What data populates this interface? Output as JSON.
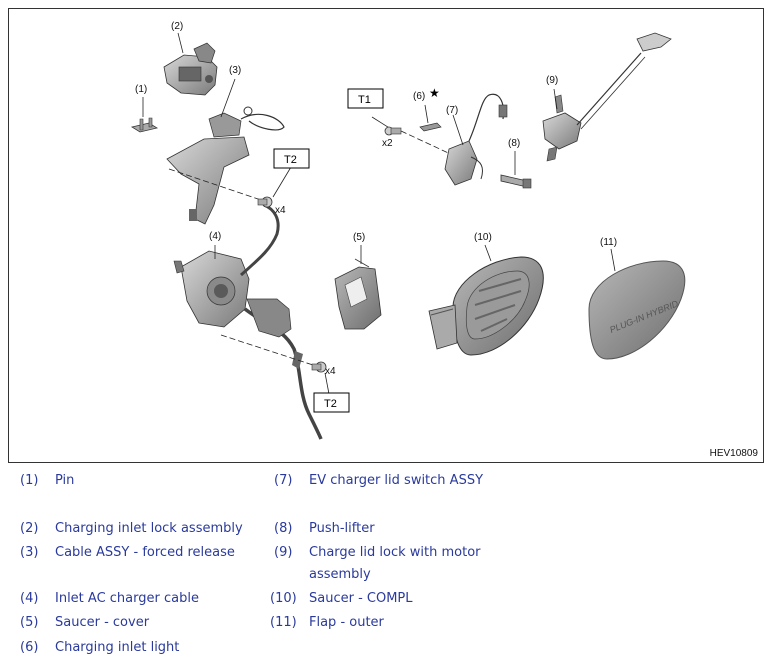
{
  "figure": {
    "code": "HEV10809",
    "callouts": [
      "(1)",
      "(2)",
      "(3)",
      "(4)",
      "(5)",
      "(6)",
      "(7)",
      "(8)",
      "(9)",
      "(10)",
      "(11)"
    ],
    "star": "★",
    "torque_labels": {
      "t1": "T1",
      "t2a": "T2",
      "t2b": "T2"
    },
    "multipliers": {
      "t1": "x2",
      "t2a": "x4",
      "t2b": "x4"
    },
    "flap_text": "PLUG-IN HYBRID"
  },
  "legend": {
    "items": [
      {
        "num": "(1)",
        "text": "Pin"
      },
      {
        "num": "(2)",
        "text": "Charging inlet lock assembly"
      },
      {
        "num": "(3)",
        "text": "Cable ASSY - forced release"
      },
      {
        "num": "(4)",
        "text": "Inlet AC charger cable"
      },
      {
        "num": "(5)",
        "text": "Saucer - cover"
      },
      {
        "num": "(6)",
        "text": "Charging inlet light"
      },
      {
        "num": "(7)",
        "text": "EV charger lid switch ASSY"
      },
      {
        "num": "(8)",
        "text": "Push-lifter"
      },
      {
        "num": "(9)",
        "text": "Charge lid lock with motor"
      },
      {
        "num": "(10)",
        "text": "Saucer - COMPL"
      },
      {
        "num": "(11)",
        "text": "Flap - outer"
      }
    ],
    "item9_line2": "assembly"
  }
}
